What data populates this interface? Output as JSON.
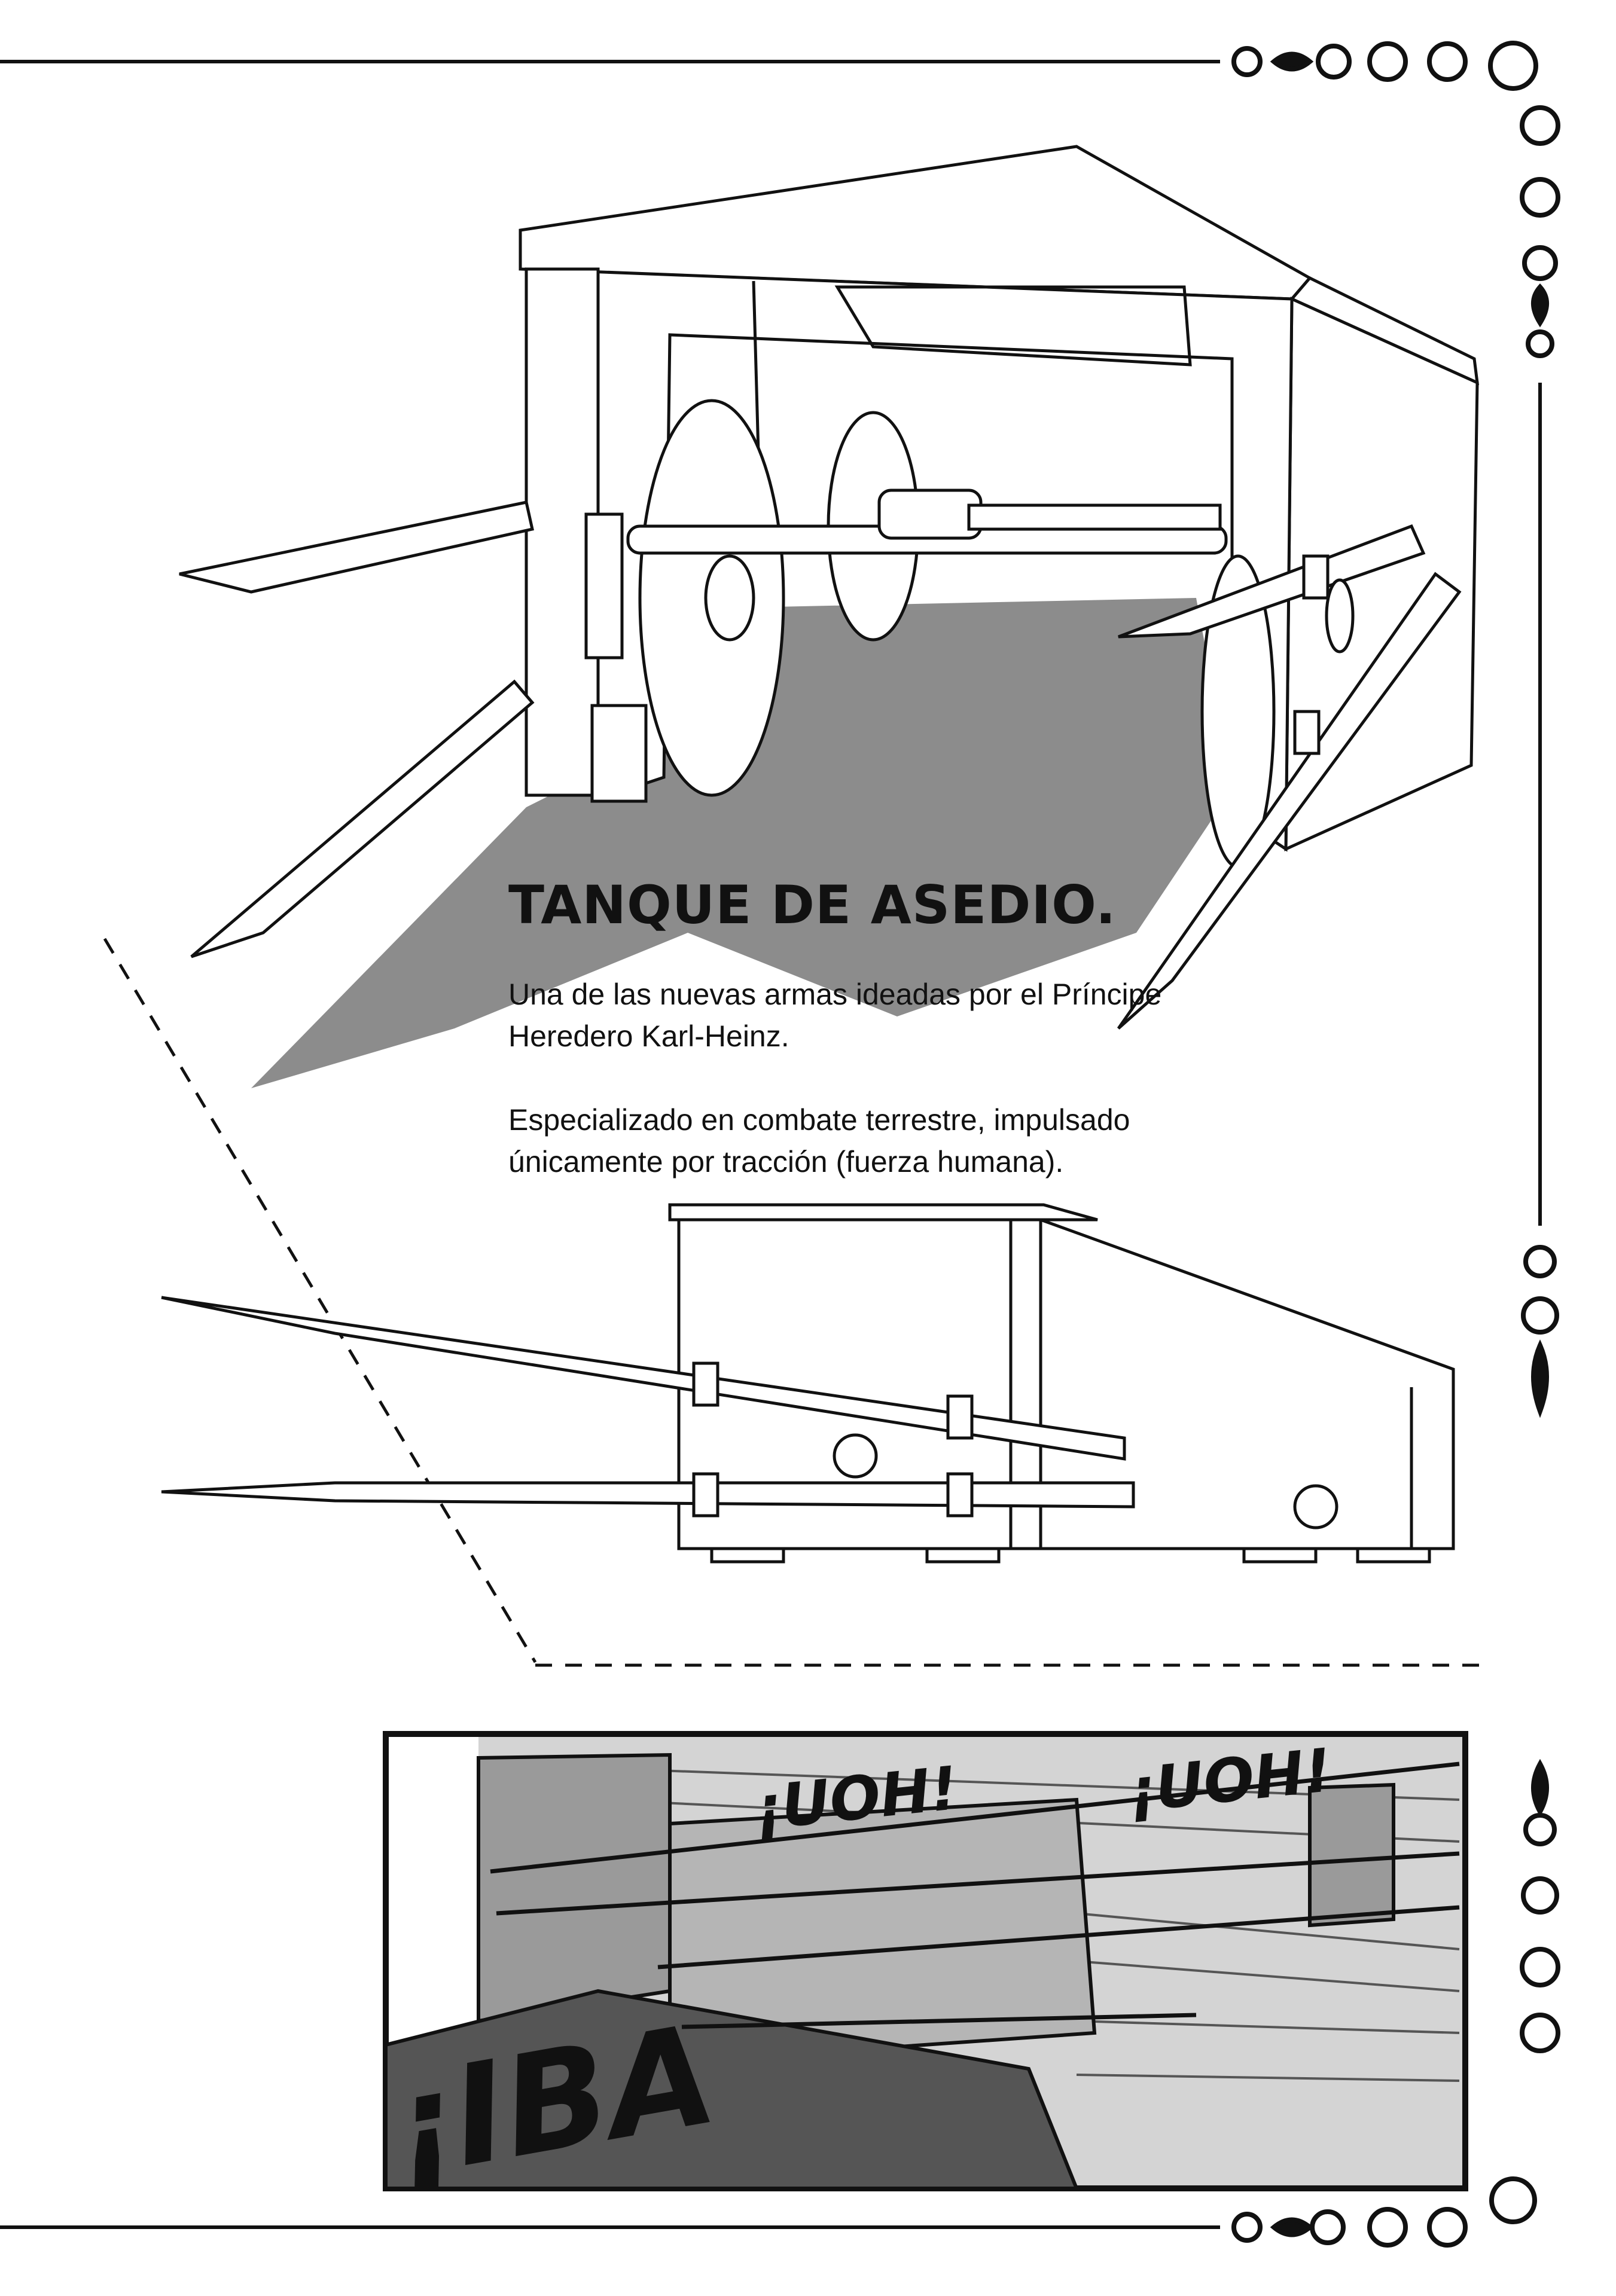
{
  "caption": {
    "title": "TANQUE DE ASEDIO.",
    "paragraph_1": "Una de las nuevas armas ideadas por el Príncipe Heredero Karl-Heinz.",
    "paragraph_2": "Especializado en combate terrestre, impulsado únicamente por tracción (fuerza humana)."
  },
  "panel": {
    "sfx_left": "¡IBA",
    "sfx_top_1": "¡UOH!",
    "sfx_top_2": "¡UOH!"
  },
  "colors": {
    "ink": "#111111",
    "shadow": "#8c8c8c",
    "paper": "#ffffff"
  }
}
